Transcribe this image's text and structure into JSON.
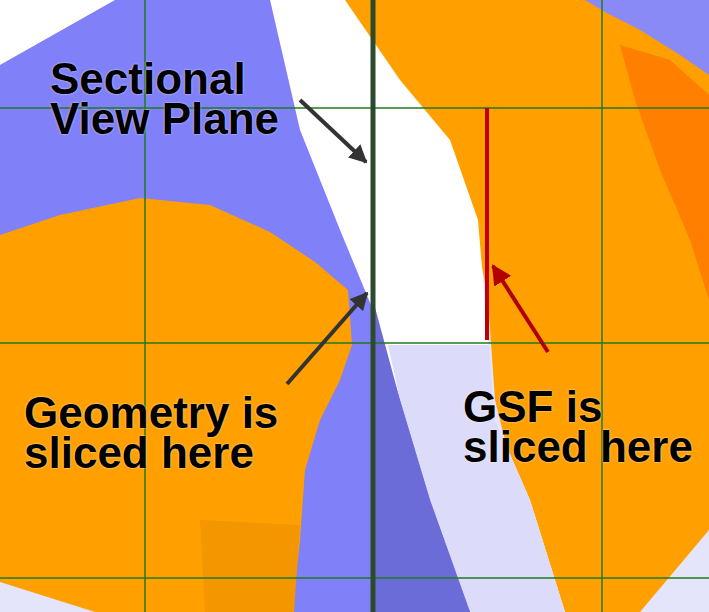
{
  "diagram": {
    "labels": [
      "Sectional View Plane",
      "Geometry is sliced here",
      "GSF is sliced here"
    ]
  }
}
